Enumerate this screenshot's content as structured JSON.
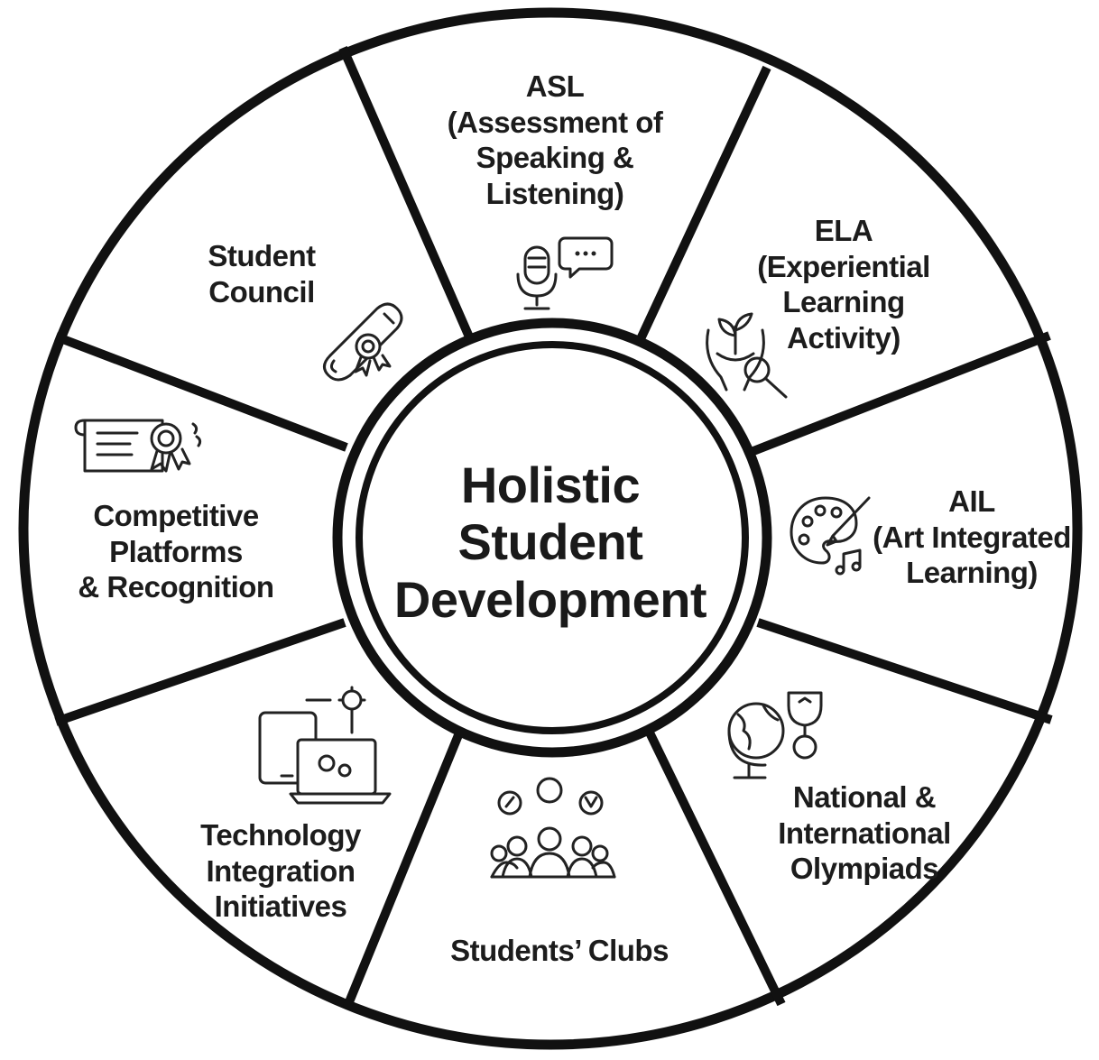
{
  "center": {
    "lines": [
      "Holistic",
      "Student",
      "Development"
    ]
  },
  "segments": [
    {
      "id": "asl",
      "lines": [
        "ASL",
        "(Assessment of",
        "Speaking &",
        "Listening)"
      ],
      "icon": "microphone-chat-icon"
    },
    {
      "id": "ela",
      "lines": [
        "ELA",
        "(Experiential",
        "Learning",
        "Activity)"
      ],
      "icon": "plant-hands-magnifier-icon"
    },
    {
      "id": "ail",
      "lines": [
        "AIL",
        "(Art Integrated",
        "Learning)"
      ],
      "icon": "palette-music-icon"
    },
    {
      "id": "olympiads",
      "lines": [
        "National &",
        "International",
        "Olympiads"
      ],
      "icon": "globe-trophy-icon"
    },
    {
      "id": "clubs",
      "lines": [
        "Students’ Clubs"
      ],
      "icon": "student-group-icon"
    },
    {
      "id": "technology",
      "lines": [
        "Technology",
        "Integration",
        "Initiatives"
      ],
      "icon": "devices-gear-icon"
    },
    {
      "id": "competitive",
      "lines": [
        "Competitive",
        "Platforms",
        "& Recognition"
      ],
      "icon": "certificate-badge-icon"
    },
    {
      "id": "council",
      "lines": [
        "Student",
        "Council"
      ],
      "icon": "diploma-scroll-icon"
    }
  ]
}
